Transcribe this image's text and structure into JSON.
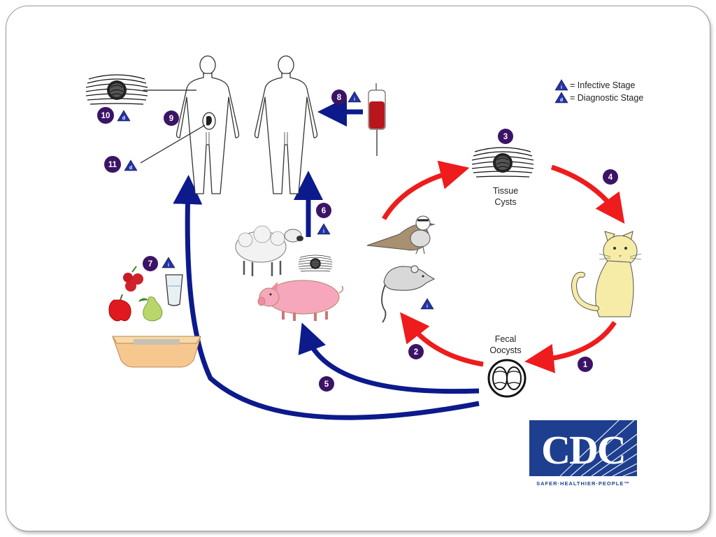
{
  "legend": {
    "infective_symbol": "i",
    "infective_label": "= Infective Stage",
    "diagnostic_symbol": "d",
    "diagnostic_label": "= Diagnostic Stage"
  },
  "stages": {
    "s1": "1",
    "s2": "2",
    "s3": "3",
    "s4": "4",
    "s5": "5",
    "s6": "6",
    "s7": "7",
    "s8": "8",
    "s9": "9",
    "s10": "10",
    "s11": "11"
  },
  "labels": {
    "tissue_line1": "Tissue",
    "tissue_line2": "Cysts",
    "fecal_line1": "Fecal",
    "fecal_line2": "Oocysts"
  },
  "logo": {
    "text": "CDC",
    "tagline": "SAFER·HEALTHIER·PEOPLE™"
  },
  "colors": {
    "red_arrow": "#ee1c1c",
    "blue_arrow": "#0c1a8c",
    "stage_circle": "#3b1466",
    "triangle": "#2233aa",
    "cdc_blue": "#1e3f8f"
  }
}
